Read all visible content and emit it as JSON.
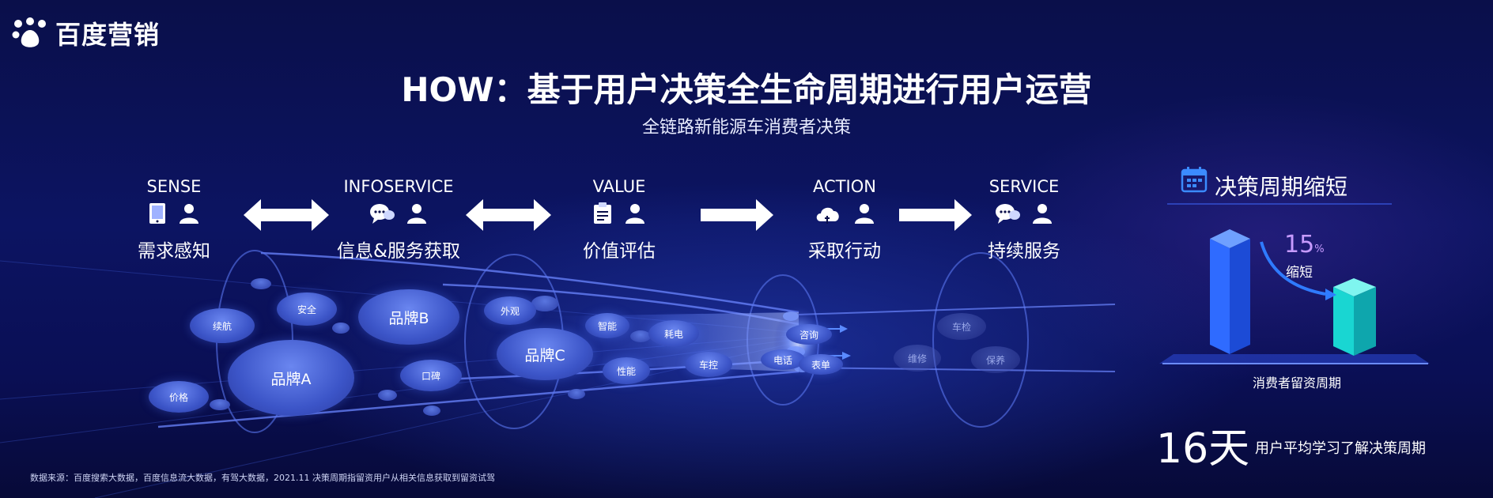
{
  "brand": {
    "name": "百度营销"
  },
  "title": "HOW：基于用户决策全生命周期进行用户运营",
  "subtitle": "全链路新能源车消费者决策",
  "stages": [
    {
      "en": "SENSE",
      "cn": "需求感知",
      "icon": "tablet-icon"
    },
    {
      "en": "INFOSERVICE",
      "cn": "信息&服务获取",
      "icon": "chat-bubbles-icon"
    },
    {
      "en": "VALUE",
      "cn": "价值评估",
      "icon": "document-icon"
    },
    {
      "en": "ACTION",
      "cn": "采取行动",
      "icon": "cloud-icon"
    },
    {
      "en": "SERVICE",
      "cn": "持续服务",
      "icon": "chat-bubbles-icon"
    }
  ],
  "bubbles": {
    "brand_a": "品牌A",
    "brand_b": "品牌B",
    "brand_c": "品牌C",
    "xuhang": "续航",
    "anquan": "安全",
    "jiage": "价格",
    "waiguan": "外观",
    "koubei": "口碑",
    "zhineng": "智能",
    "haodian": "耗电",
    "xingneng": "性能",
    "chekong": "车控",
    "zixun": "咨询",
    "dianhua": "电话",
    "biaodan": "表单",
    "chejian": "车检",
    "weixiu": "维修",
    "baoyang": "保养"
  },
  "right_panel": {
    "title": "决策周期缩短",
    "percent": "15",
    "percent_symbol": "%",
    "percent_label": "缩短",
    "chart_caption": "消费者留资周期",
    "days": "16天",
    "days_desc": "用户平均学习了解决策周期"
  },
  "footnote": "数据来源：百度搜索大数据，百度信息流大数据，有驾大数据，2021.11 决策周期指留资用户从相关信息获取到留资试驾",
  "colors": {
    "background": "#0a0f4a",
    "bar_blue": "#2f6bff",
    "bar_cyan": "#19d6d2",
    "accent_purple": "#c79bff"
  }
}
